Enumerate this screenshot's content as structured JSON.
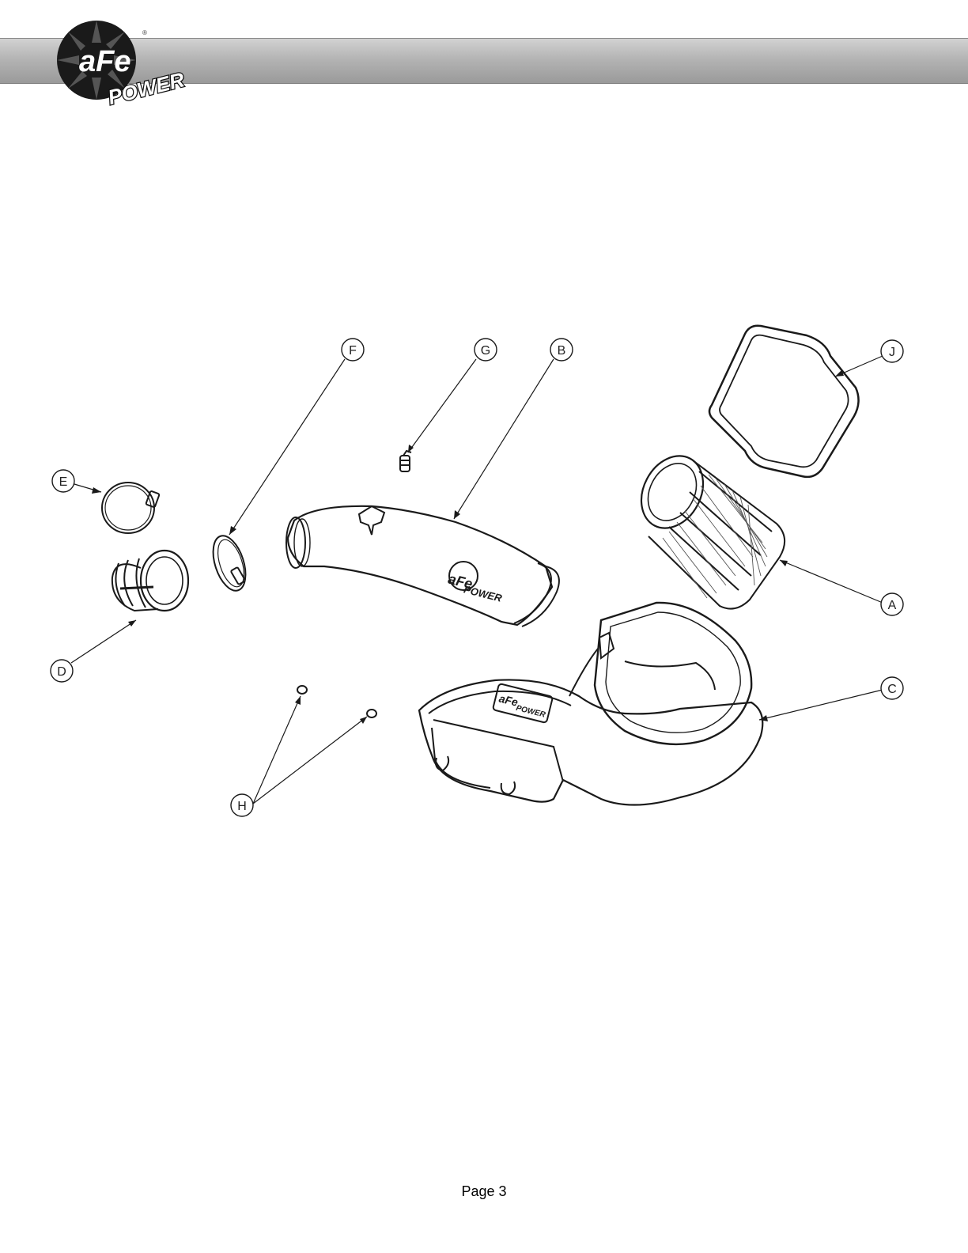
{
  "header": {
    "logo_text": "aFe",
    "logo_subtext": "POWER",
    "logo_reg": "®"
  },
  "diagram": {
    "callouts": [
      {
        "id": "F",
        "label": "F"
      },
      {
        "id": "G",
        "label": "G"
      },
      {
        "id": "B",
        "label": "B"
      },
      {
        "id": "J",
        "label": "J"
      },
      {
        "id": "E",
        "label": "E"
      },
      {
        "id": "A",
        "label": "A"
      },
      {
        "id": "D",
        "label": "D"
      },
      {
        "id": "C",
        "label": "C"
      },
      {
        "id": "H",
        "label": "H"
      }
    ],
    "tube_logo_text": "aFe",
    "tube_logo_subtext": "POWER",
    "box_logo_text": "aFe",
    "box_logo_subtext": "POWER"
  },
  "footer": {
    "page_label": "Page 3"
  }
}
